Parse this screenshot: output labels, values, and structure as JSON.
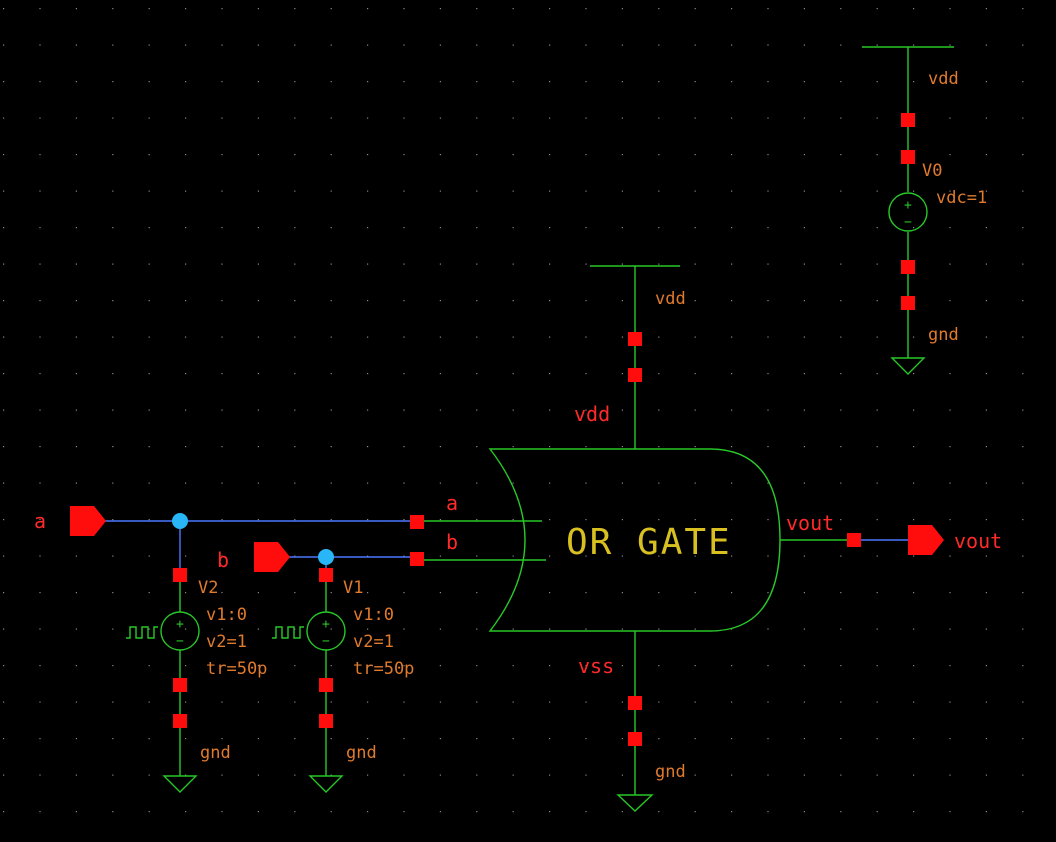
{
  "ports": {
    "a": "a",
    "b": "b",
    "vout": "vout"
  },
  "gate": {
    "title": "OR GATE",
    "pin_a": "a",
    "pin_b": "b",
    "pin_out": "vout",
    "pin_vdd": "vdd",
    "pin_vss": "vss"
  },
  "supply_top": {
    "net_vdd": "vdd"
  },
  "gate_supply": {
    "net_vdd": "vdd",
    "net_gnd": "gnd"
  },
  "v0": {
    "name": "V0",
    "param": "vdc=1",
    "net_top": "vdd",
    "net_bottom": "gnd"
  },
  "v1": {
    "name": "V1",
    "param1": "v1:0",
    "param2": "v2=1",
    "param3": "tr=50p",
    "net_bottom": "gnd"
  },
  "v2": {
    "name": "V2",
    "param1": "v1:0",
    "param2": "v2=1",
    "param3": "tr=50p",
    "net_bottom": "gnd"
  },
  "colors": {
    "background": "#000000",
    "wire": "#28c828",
    "net": "#4a78ff",
    "pin": "#ff0d0d",
    "label": "#e07a2c",
    "gate_text": "#d9c021",
    "junction": "#29b6f6"
  }
}
